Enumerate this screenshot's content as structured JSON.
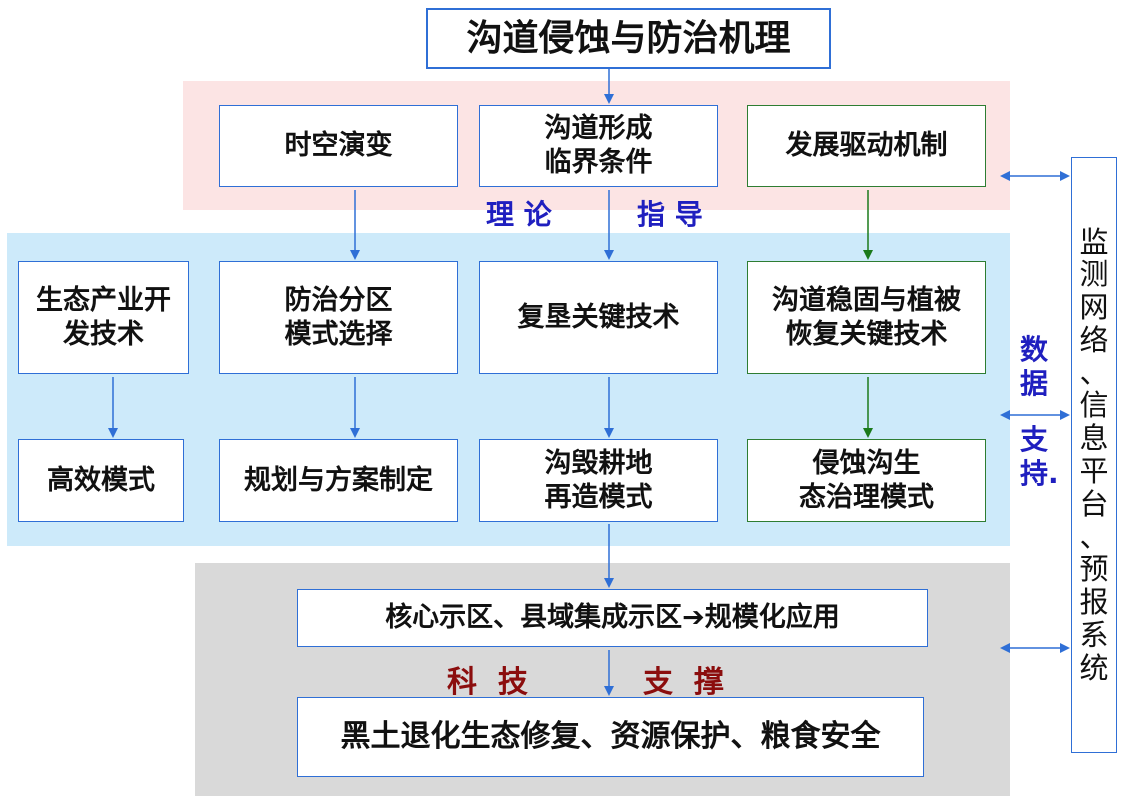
{
  "title": "沟道侵蚀与防治机理",
  "theory": {
    "items": [
      "时空演变",
      "沟道形成\n临界条件",
      "发展驱动机制"
    ],
    "label_left": "理 论",
    "label_right": "指 导"
  },
  "tech": {
    "row1": [
      "生态产业开\n发技术",
      "防治分区\n模式选择",
      "复垦关键技术",
      "沟道稳固与植被\n恢复关键技术"
    ],
    "row2": [
      "高效模式",
      "规划与方案制定",
      "沟毁耕地\n再造模式",
      "侵蚀沟生\n态治理模式"
    ]
  },
  "application": {
    "box1": "核心示区、县域集成示区➔规模化应用",
    "label_left": "科  技",
    "label_right": "支  撑",
    "box2": "黑土退化生态修复、资源保护、粮食安全"
  },
  "support": {
    "label_top": "数\n据",
    "label_bottom": "支\n持."
  },
  "monitor": {
    "text": "监\n测\n网\n络\n、\n信\n息\n平\n台\n、\n预\n报\n系\n统"
  },
  "colors": {
    "pink_band": "#fce4e4",
    "blue_band": "#cdeafa",
    "gray_band": "#d9d9d9",
    "blue_arrow": "#2f6fd6",
    "green_arrow": "#1b7a1b",
    "blue_text": "#1f1fbf",
    "red_text": "#8b0d0d"
  }
}
